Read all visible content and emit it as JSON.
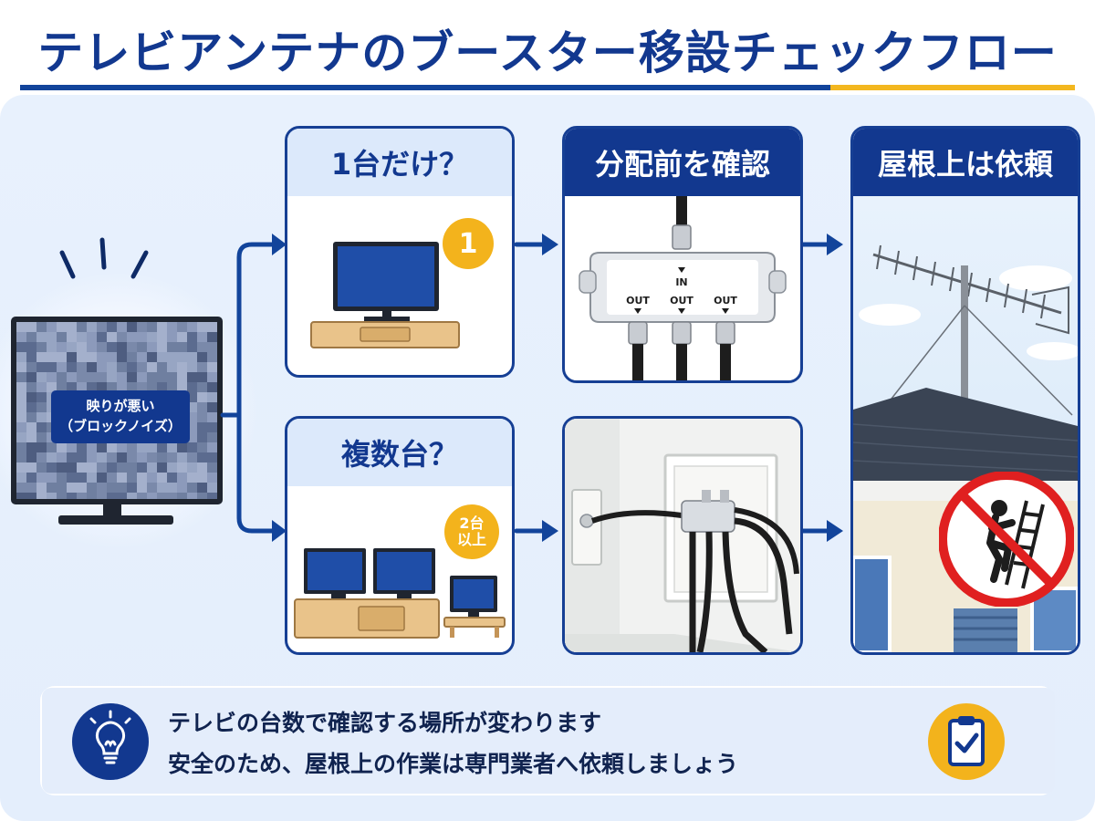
{
  "title": "テレビアンテナのブースター移設チェックフロー",
  "accent_colors": {
    "primary": "#12388f",
    "highlight": "#f3b31c",
    "background": "#e6effc",
    "warning_red": "#e02020"
  },
  "tv": {
    "label_line1": "映りが悪い",
    "label_line2": "（ブロックノイズ）",
    "icon": "tv-noise-icon"
  },
  "steps": {
    "single": {
      "heading": "1台だけ？",
      "badge": "1",
      "icon": "tv-on-stand-icon"
    },
    "multiple": {
      "heading": "複数台？",
      "badge_line1": "2台",
      "badge_line2": "以上",
      "icon": "multiple-tvs-icon"
    },
    "splitter": {
      "heading": "分配前を確認",
      "in_label": "IN",
      "out_labels": [
        "OUT",
        "OUT",
        "OUT"
      ],
      "icon": "splitter-icon"
    },
    "wall": {
      "icon": "wall-outlet-splitter-icon"
    },
    "roof": {
      "heading": "屋根上は依頼",
      "icon": "roof-antenna-icon",
      "warning_icon": "no-climbing-icon"
    }
  },
  "notes": {
    "line1": "テレビの台数で確認する場所が変わります",
    "line2": "安全のため、屋根上の作業は専門業者へ依頼しましょう",
    "left_icon": "lightbulb-icon",
    "right_icon": "clipboard-check-icon"
  }
}
